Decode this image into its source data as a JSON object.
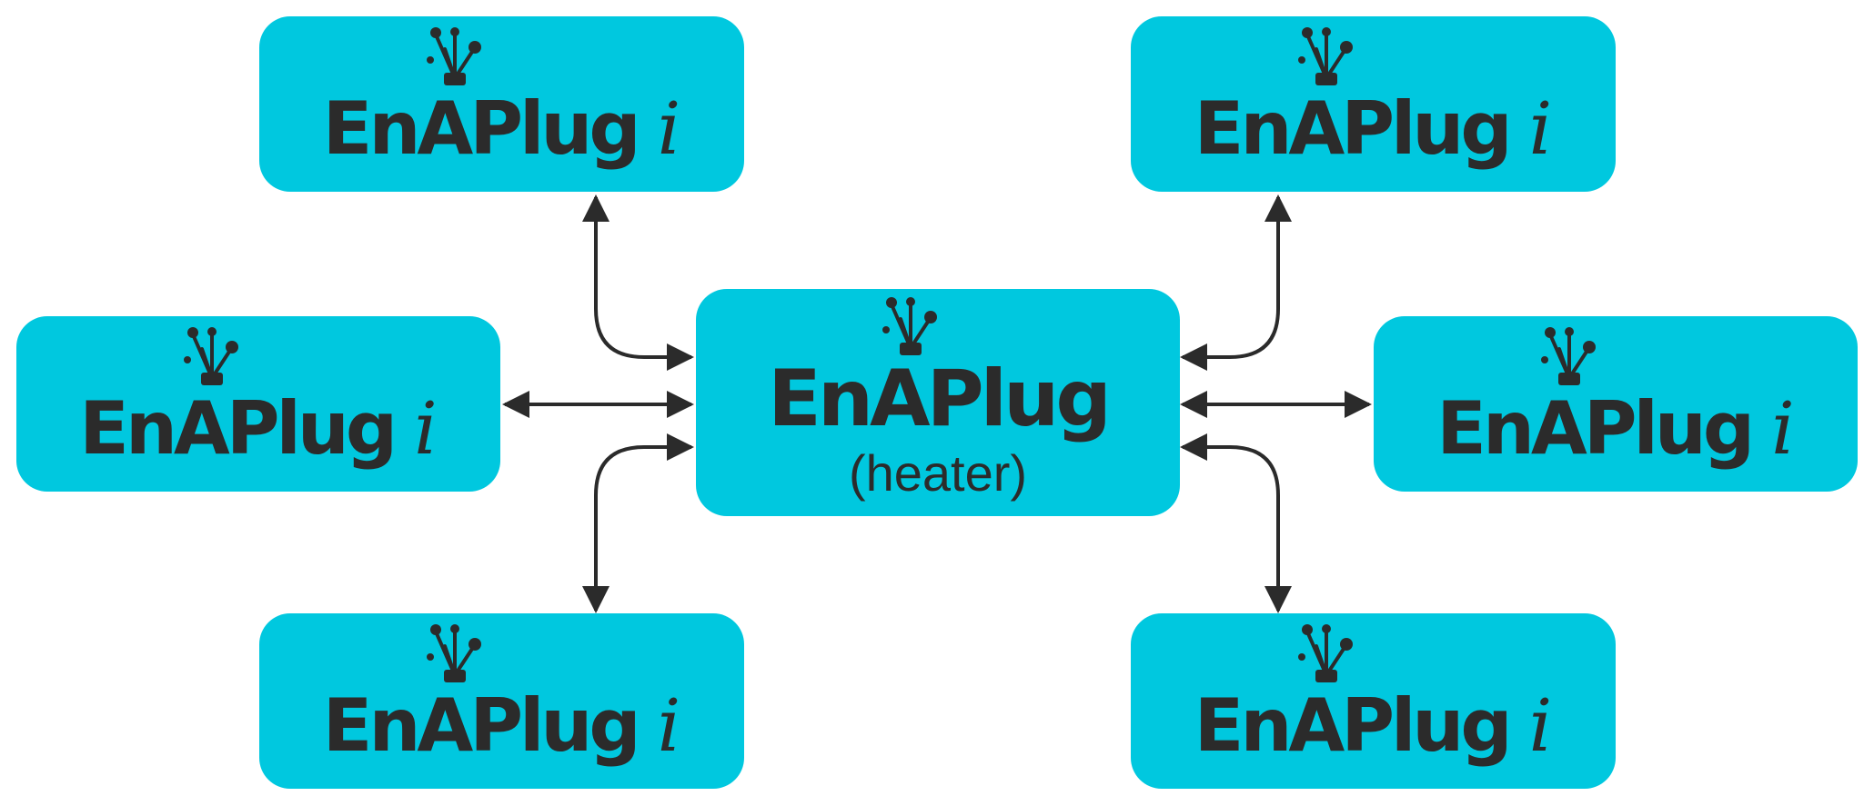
{
  "colors": {
    "box_fill": "#00c8df",
    "text": "#2b2b2b",
    "arrow": "#2b2b2b"
  },
  "center": {
    "brand": "EnAPlug",
    "subtitle": "(heater)"
  },
  "satellites": [
    {
      "brand": "EnAPlug",
      "suffix": "i"
    },
    {
      "brand": "EnAPlug",
      "suffix": "i"
    },
    {
      "brand": "EnAPlug",
      "suffix": "i"
    },
    {
      "brand": "EnAPlug",
      "suffix": "i"
    },
    {
      "brand": "EnAPlug",
      "suffix": "i"
    },
    {
      "brand": "EnAPlug",
      "suffix": "i"
    }
  ],
  "logo_icon": "enaplug-connector-icon",
  "connections": [
    {
      "between": [
        "satellite-top-left",
        "center"
      ],
      "style": "bidirectional"
    },
    {
      "between": [
        "satellite-mid-left",
        "center"
      ],
      "style": "bidirectional"
    },
    {
      "between": [
        "satellite-bottom-left",
        "center"
      ],
      "style": "bidirectional"
    },
    {
      "between": [
        "satellite-top-right",
        "center"
      ],
      "style": "bidirectional"
    },
    {
      "between": [
        "satellite-mid-right",
        "center"
      ],
      "style": "bidirectional"
    },
    {
      "between": [
        "satellite-bottom-right",
        "center"
      ],
      "style": "bidirectional"
    }
  ]
}
